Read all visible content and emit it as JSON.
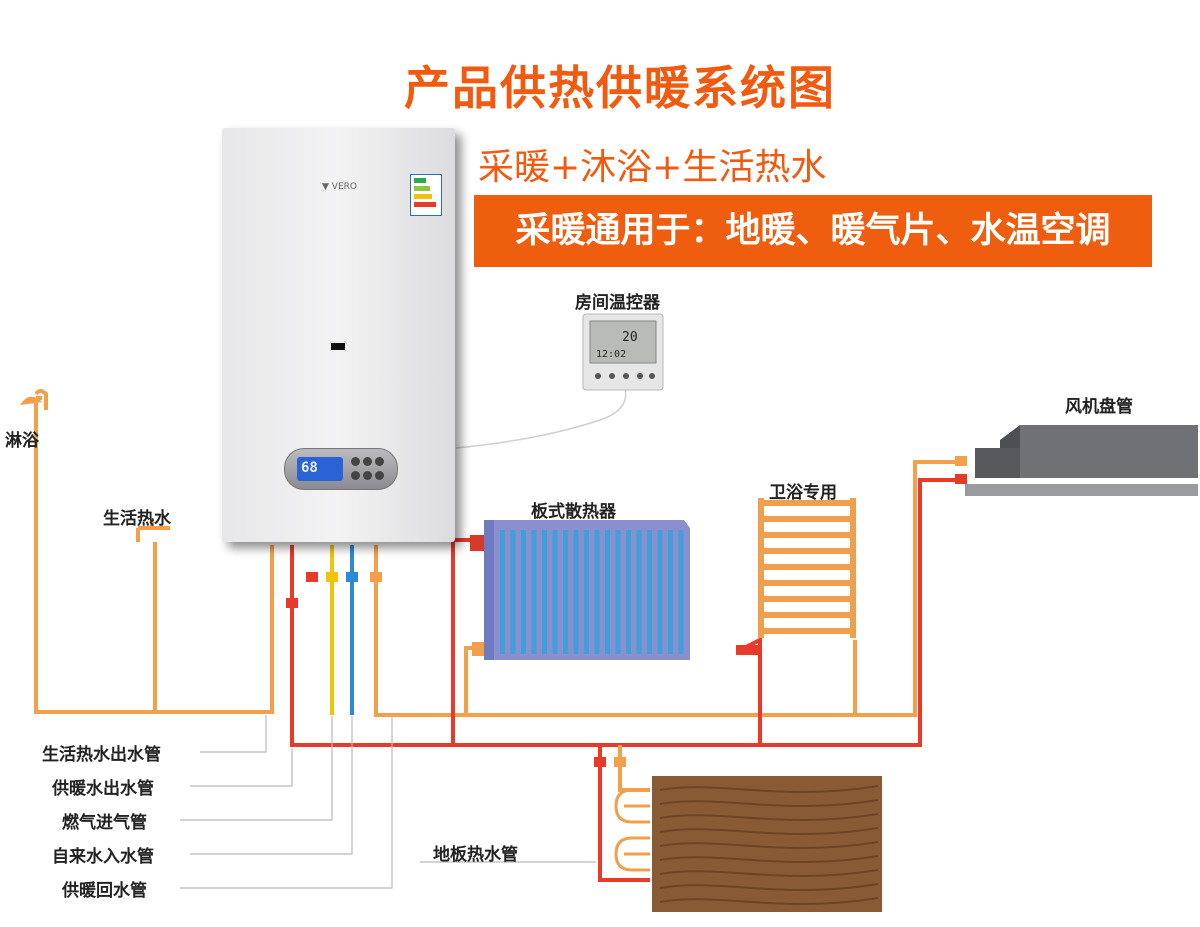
{
  "title": "产品供热供暖系统图",
  "subtitle": "采暖+沐浴+生活热水",
  "banner": "采暖通用于：地暖、暖气片、水温空调",
  "labels": {
    "thermostat": "房间温控器",
    "shower": "淋浴",
    "domestic_tap": "生活热水",
    "radiator": "板式散热器",
    "towel_rail": "卫浴专用",
    "fan_coil": "风机盘管",
    "floor_pipe": "地板热水管"
  },
  "legend": [
    "生活热水出水管",
    "供暖水出水管",
    "燃气进气管",
    "自来水入水管",
    "供暖回水管"
  ],
  "display": {
    "boiler_screen": "68",
    "thermostat_temp": "20",
    "thermostat_time": "12:02"
  },
  "colors": {
    "accent": "#f15a0f",
    "hot_water_pipe": "#f4a04a",
    "heating_pipe": "#e83a2b",
    "gas_pipe": "#f3c20a",
    "cold_water_pipe": "#2a8ad8"
  }
}
